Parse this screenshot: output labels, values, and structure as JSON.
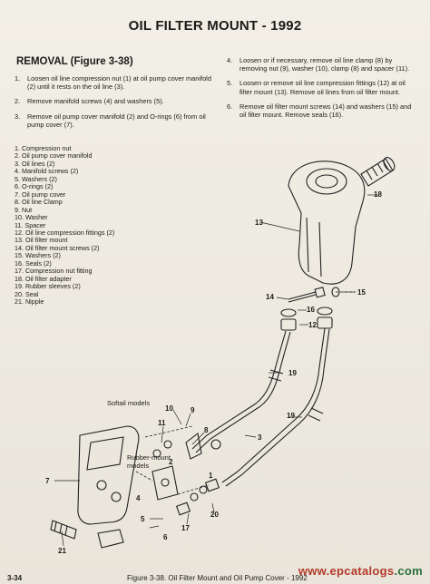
{
  "page": {
    "title": "OIL FILTER MOUNT - 1992",
    "section_title": "REMOVAL (Figure 3-38)",
    "steps_left": [
      {
        "n": "1.",
        "text": "Loosen oil line compression nut (1) at oil pump cover manifold (2) until it rests on the oil line (3)."
      },
      {
        "n": "2.",
        "text": "Remove manifold screws (4) and washers (5)."
      },
      {
        "n": "3.",
        "text": "Remove oil pump cover manifold (2) and O-rings (6) from oil pump cover (7)."
      }
    ],
    "steps_right": [
      {
        "n": "4.",
        "text": "Loosen or if necessary, remove oil line clamp (8) by removing nut (9), washer (10), clamp (8) and spacer (11)."
      },
      {
        "n": "5.",
        "text": "Loosen or remove oil line compression fittings (12) at oil filter mount (13). Remove oil lines from oil filter mount."
      },
      {
        "n": "6.",
        "text": "Remove oil filter mount screws (14) and washers (15) and oil filter mount. Remove seals (16)."
      }
    ],
    "parts": [
      "1. Compression nut",
      "2. Oil pump cover manifold",
      "3. Oil lines (2)",
      "4. Manifold screws (2)",
      "5. Washers (2)",
      "6. O-rings (2)",
      "7. Oil pump cover",
      "8. Oil line Clamp",
      "9. Nut",
      "10. Washer",
      "11. Spacer",
      "12. Oil line compression fittings (2)",
      "13. Oil filter mount",
      "14. Oil filter mount screws (2)",
      "15. Washers (2)",
      "16. Seals (2)",
      "17. Compression nut fitting",
      "18. Oil filter adapter",
      "19. Rubber sleeves (2)",
      "20. Seal",
      "21. Nipple"
    ],
    "callouts": {
      "softail": "Softail models",
      "rubber_mount": "Rubber-mount models"
    },
    "diagram_labels": {
      "l18": "18",
      "l13": "13",
      "l14": "14",
      "l15": "15",
      "l16": "16",
      "l12": "12",
      "l19a": "19",
      "l19b": "19",
      "l3": "3",
      "l8": "8",
      "l9": "9",
      "l10": "10",
      "l11": "11",
      "l7": "7",
      "l1": "1",
      "l2": "2",
      "l4": "4",
      "l5": "5",
      "l20": "20",
      "l6": "6",
      "l17": "17",
      "l21": "21"
    },
    "page_number": "3-34",
    "caption": "Figure 3-38. Oil Filter Mount and Oil Pump Cover - 1992",
    "watermark_main": "www.epcatalogs",
    "watermark_tld": ".com"
  }
}
